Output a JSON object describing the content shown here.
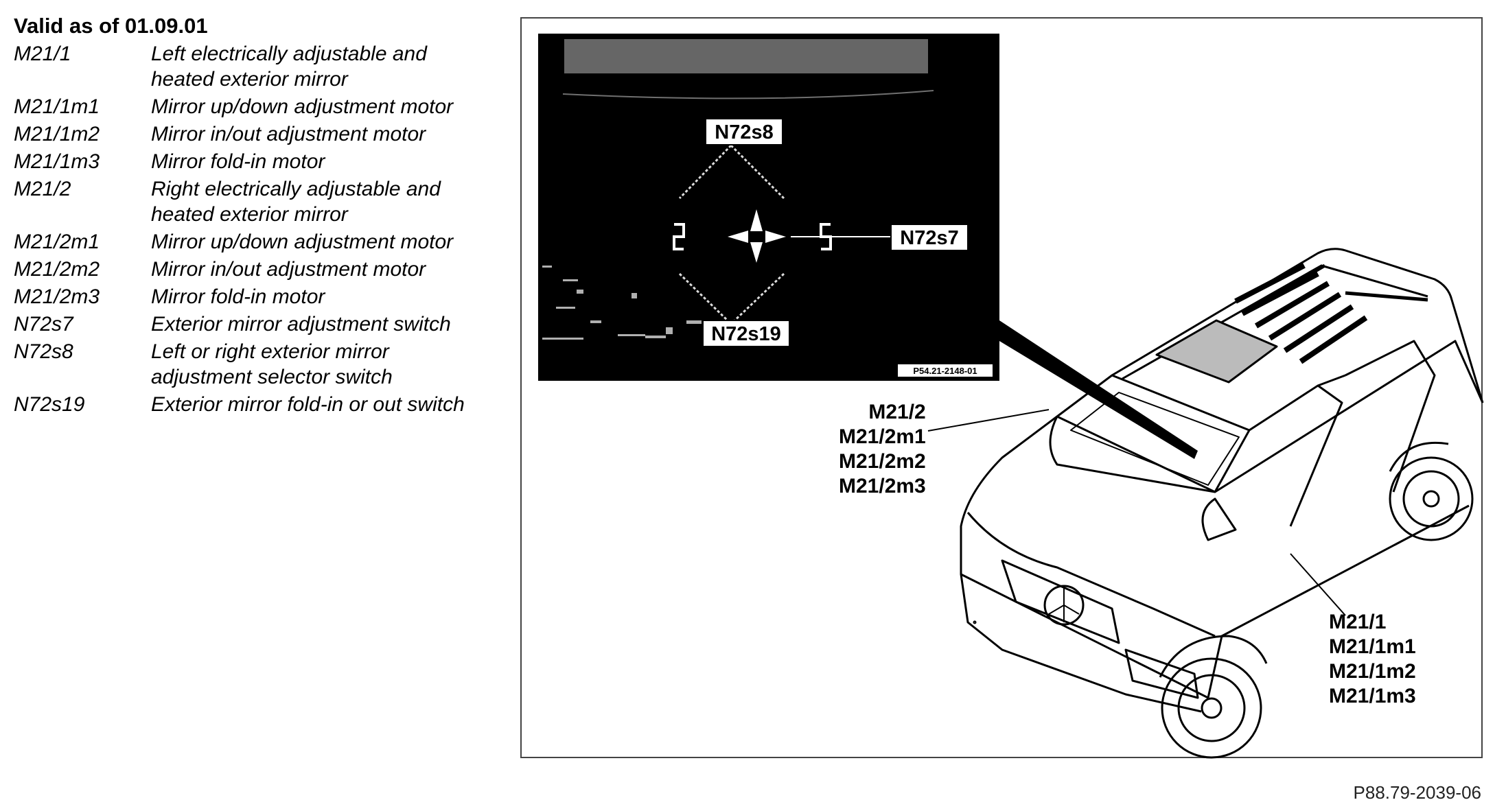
{
  "legend": {
    "heading": "Valid as of 01.09.01",
    "items": [
      {
        "code": "M21/1",
        "desc": "Left electrically adjustable and heated exterior mirror"
      },
      {
        "code": "M21/1m1",
        "desc": "Mirror up/down adjustment motor"
      },
      {
        "code": "M21/1m2",
        "desc": "Mirror in/out adjustment motor"
      },
      {
        "code": "M21/1m3",
        "desc": "Mirror fold-in motor"
      },
      {
        "code": "M21/2",
        "desc": "Right electrically adjustable and heated exterior mirror"
      },
      {
        "code": "M21/2m1",
        "desc": "Mirror up/down adjustment motor"
      },
      {
        "code": "M21/2m2",
        "desc": "Mirror in/out adjustment motor"
      },
      {
        "code": "M21/2m3",
        "desc": "Mirror fold-in motor"
      },
      {
        "code": "N72s7",
        "desc": "Exterior mirror adjustment switch"
      },
      {
        "code": "N72s8",
        "desc": "Left or right exterior mirror adjustment selector switch"
      },
      {
        "code": "N72s19",
        "desc": "Exterior mirror fold-in or out switch"
      }
    ]
  },
  "inset": {
    "label_n72s8": "N72s8",
    "label_n72s7": "N72s7",
    "label_n72s19": "N72s19",
    "ref_code": "P54.21-2148-01"
  },
  "callouts": {
    "right_mirror": [
      "M21/2",
      "M21/2m1",
      "M21/2m2",
      "M21/2m3"
    ],
    "left_mirror": [
      "M21/1",
      "M21/1m1",
      "M21/1m2",
      "M21/1m3"
    ]
  },
  "figure_ref": "P88.79-2039-06"
}
